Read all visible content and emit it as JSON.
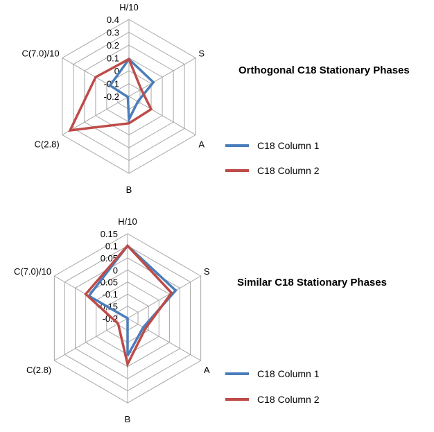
{
  "colors": {
    "series1": "#4a7ebb",
    "series2": "#be4b48",
    "grid": "#a6a6a6"
  },
  "chart_data": [
    {
      "type": "radar",
      "title": "Orthogonal C18 Stationary Phases",
      "axes": [
        "H/10",
        "S",
        "A",
        "B",
        "C(2.8)",
        "C(7.0)/10"
      ],
      "ticks": [
        "0.4",
        "0.3",
        "0.2",
        "0.1",
        "0",
        "-0.1",
        "-0.2"
      ],
      "range": [
        -0.2,
        0.4
      ],
      "legend_position": "right",
      "series": [
        {
          "name": "C18 Column 1",
          "values": [
            0.09,
            0.02,
            -0.12,
            -0.02,
            -0.19,
            -0.03
          ]
        },
        {
          "name": "C18 Column 2",
          "values": [
            0.09,
            -0.09,
            0.0,
            0.01,
            0.33,
            0.1
          ]
        }
      ]
    },
    {
      "type": "radar",
      "title": "Similar C18 Stationary Phases",
      "axes": [
        "H/10",
        "S",
        "A",
        "B",
        "C(2.8)",
        "C(7.0)/10"
      ],
      "ticks": [
        "0.15",
        "0.1",
        "0.05",
        "0",
        "-0.05",
        "-0.1",
        "-0.15",
        "-0.2"
      ],
      "range": [
        -0.2,
        0.15
      ],
      "legend_position": "right",
      "series": [
        {
          "name": "C18 Column 1",
          "values": [
            0.1,
            0.03,
            -0.125,
            -0.045,
            -0.2,
            -0.015
          ]
        },
        {
          "name": "C18 Column 2",
          "values": [
            0.1,
            0.01,
            -0.115,
            -0.01,
            -0.155,
            0.0
          ]
        }
      ]
    }
  ]
}
